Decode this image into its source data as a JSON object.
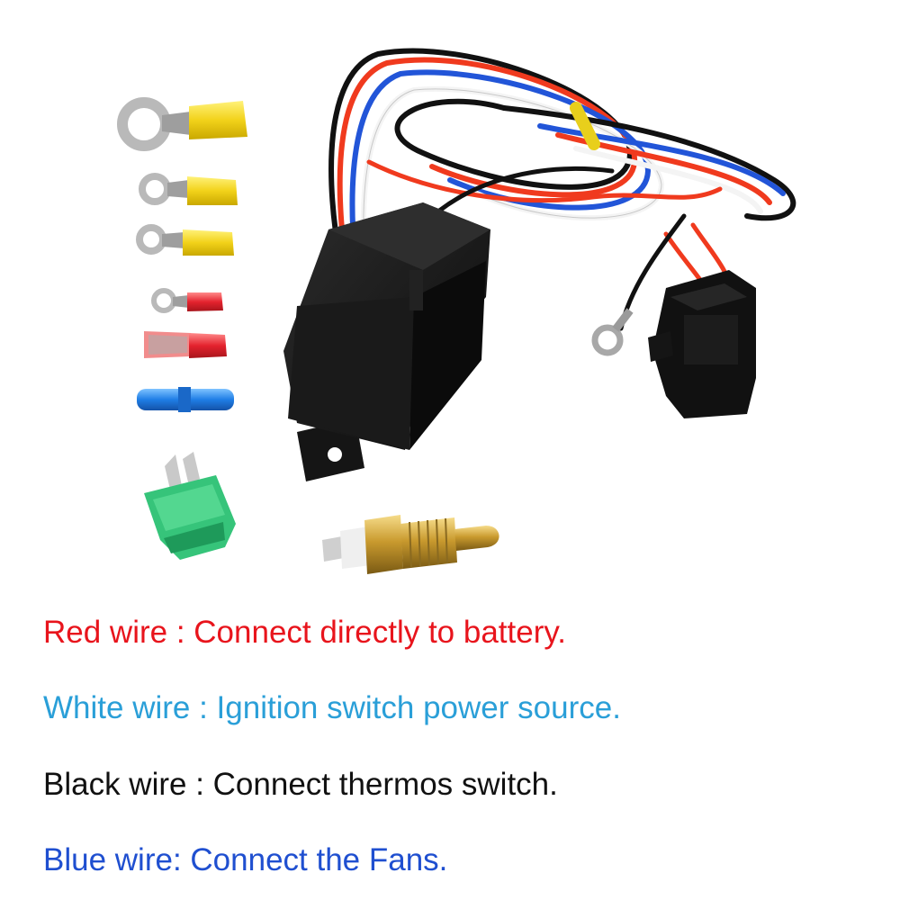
{
  "colors": {
    "background": "#ffffff",
    "red_text": "#e8141c",
    "white_wire_text": "#2a9fd8",
    "black_text": "#111111",
    "blue_text": "#1f4fd0"
  },
  "figure": {
    "items": [
      "large-ring-terminal",
      "ring-terminal",
      "ring-terminal",
      "small-ring-terminal",
      "female-spade-connector",
      "butt-connector",
      "blade-fuse",
      "relay",
      "fuse-holder",
      "wiring-harness",
      "thermo-switch-sensor"
    ]
  },
  "instructions": [
    {
      "text": "Red wire : Connect directly to battery.",
      "color": "#e8141c"
    },
    {
      "text": "White wire : Ignition switch power source.",
      "color": "#2a9fd8"
    },
    {
      "text": "Black wire : Connect thermos switch.",
      "color": "#111111"
    },
    {
      "text": "Blue wire: Connect the Fans.",
      "color": "#1f4fd0"
    }
  ]
}
